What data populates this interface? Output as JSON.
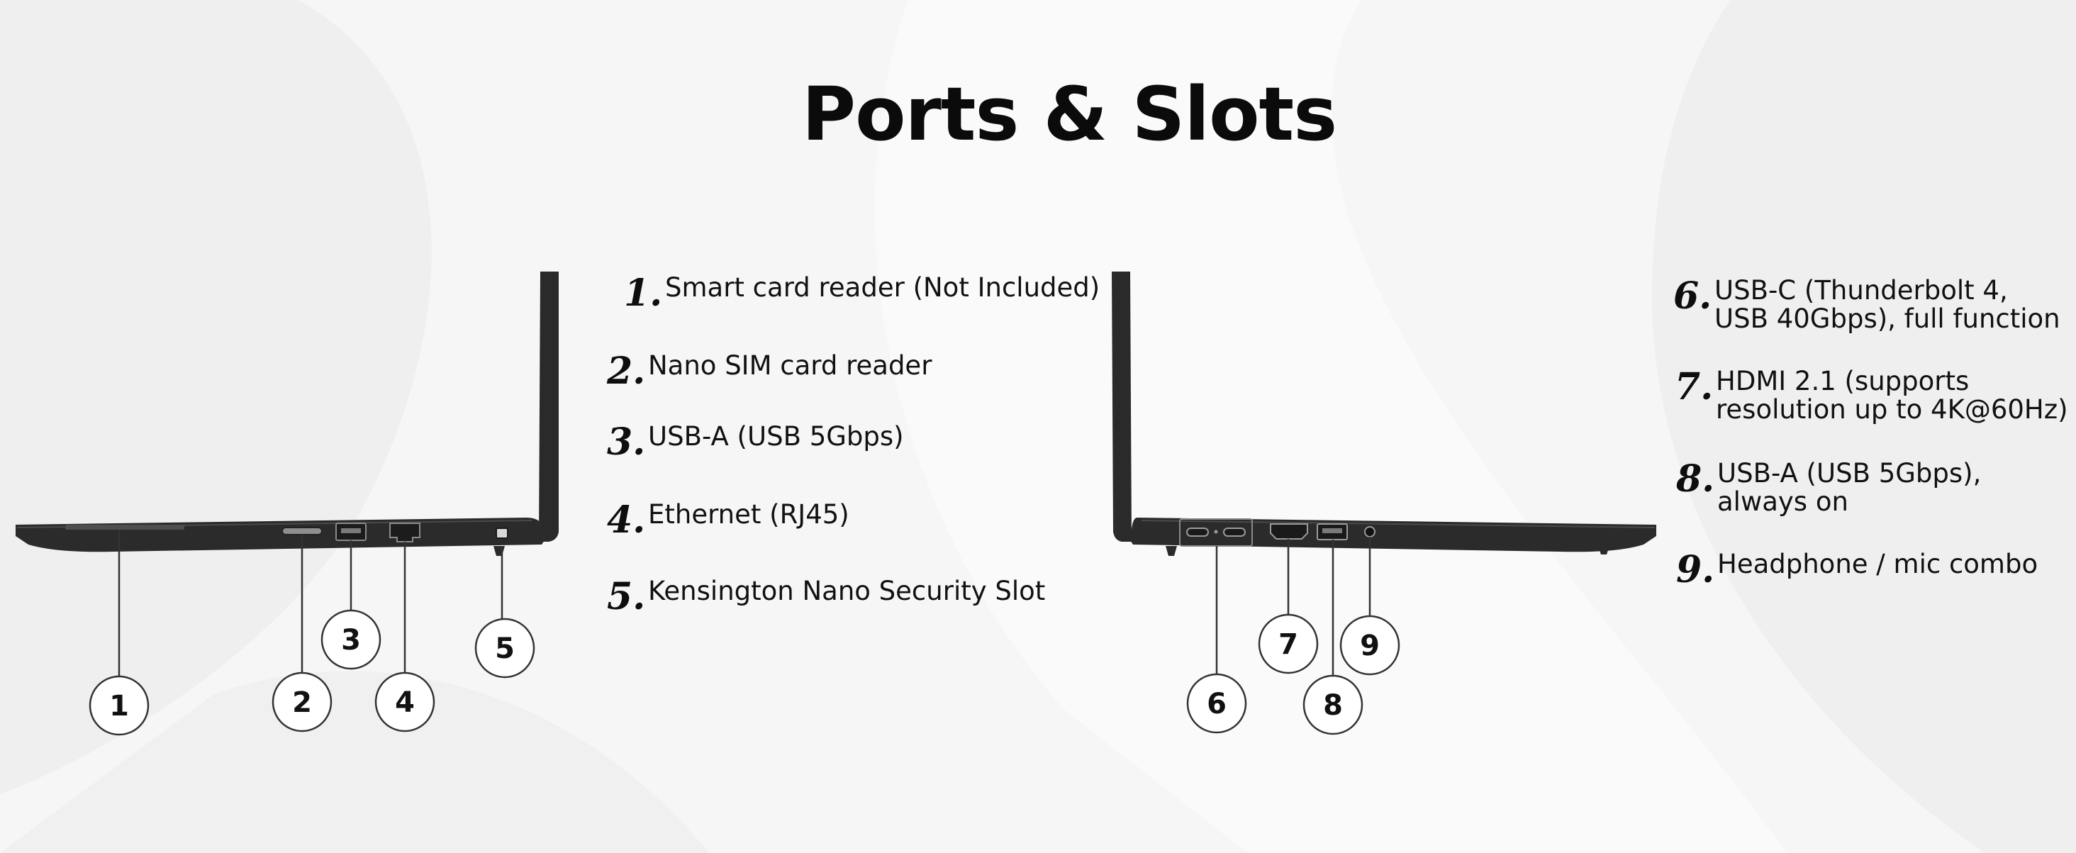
{
  "title": "Ports & Slots",
  "colors": {
    "background": "#f6f6f6",
    "laptop_body": "#2b2b2b",
    "text": "#111111",
    "callout_stroke": "#333333"
  },
  "left_side": {
    "callouts": [
      "1",
      "2",
      "3",
      "4",
      "5"
    ],
    "legend": [
      {
        "num": "1.",
        "text": "Smart card reader (Not Included)"
      },
      {
        "num": "2.",
        "text": "Nano SIM card reader"
      },
      {
        "num": "3.",
        "text": "USB-A (USB 5Gbps)"
      },
      {
        "num": "4.",
        "text": "Ethernet (RJ45)"
      },
      {
        "num": "5.",
        "text": "Kensington Nano Security Slot"
      }
    ]
  },
  "right_side": {
    "callouts": [
      "6",
      "7",
      "8",
      "9"
    ],
    "legend": [
      {
        "num": "6.",
        "text": "USB-C (Thunderbolt 4,\nUSB 40Gbps), full function"
      },
      {
        "num": "7.",
        "text": "HDMI 2.1 (supports\nresolution up to 4K@60Hz)"
      },
      {
        "num": "8.",
        "text": "USB-A (USB 5Gbps),\nalways on"
      },
      {
        "num": "9.",
        "text": "Headphone / mic combo"
      }
    ]
  }
}
